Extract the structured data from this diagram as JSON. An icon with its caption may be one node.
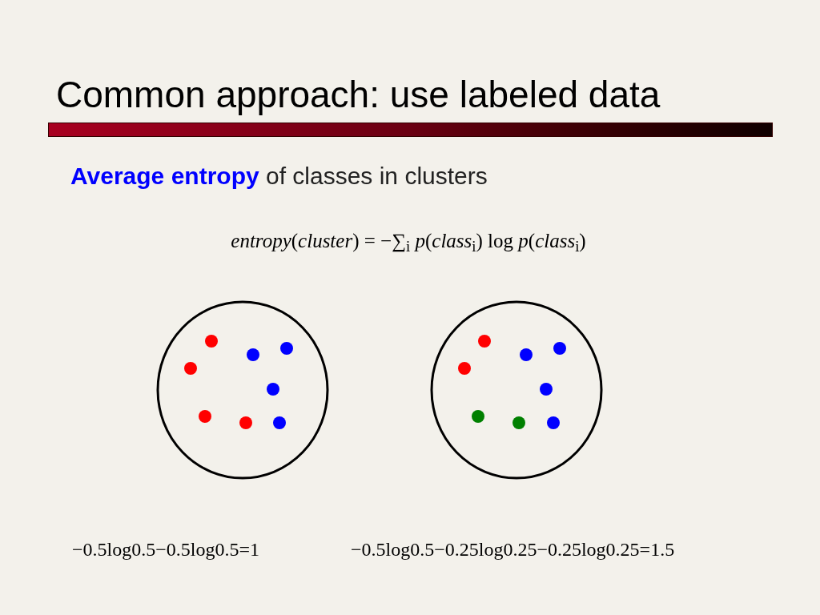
{
  "diagram": {
    "title": "Common approach: use labeled data",
    "nodes": [
      {
        "text": [],
        "shape": "circle",
        "beside": [
          "−0.5log0.5−0.5log0.5=1"
        ]
      },
      {
        "text": [],
        "shape": "circle",
        "beside": [
          "−0.5log0.5−0.25log0.25−0.25log0.25=1.5"
        ]
      },
      {
        "text": [],
        "shape": "bar"
      }
    ],
    "edges": [],
    "labels": [
      "**Average entropy** of classes in clusters",
      "*entropy*(*cluster*) = −∑$_{i}$ *p*(*class*$_{i}$) log *p*(*class*$_{i}$)"
    ]
  }
}
